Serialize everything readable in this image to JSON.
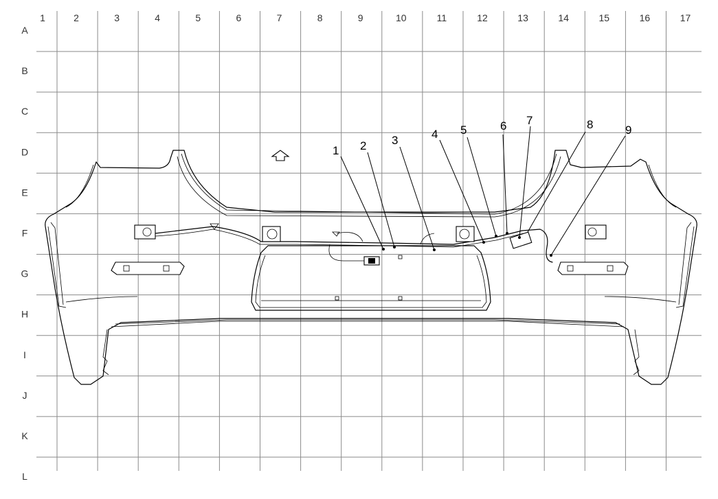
{
  "grid": {
    "columns": [
      "1",
      "2",
      "3",
      "4",
      "5",
      "6",
      "7",
      "8",
      "9",
      "10",
      "11",
      "12",
      "13",
      "14",
      "15",
      "16",
      "17"
    ],
    "rows": [
      "A",
      "B",
      "C",
      "D",
      "E",
      "F",
      "G",
      "H",
      "I",
      "J",
      "K",
      "L"
    ]
  },
  "callouts": [
    "1",
    "2",
    "3",
    "4",
    "5",
    "6",
    "7",
    "8",
    "9"
  ],
  "colors": {
    "grid": "#8a8a8a",
    "line": "#000000",
    "background": "#ffffff"
  }
}
